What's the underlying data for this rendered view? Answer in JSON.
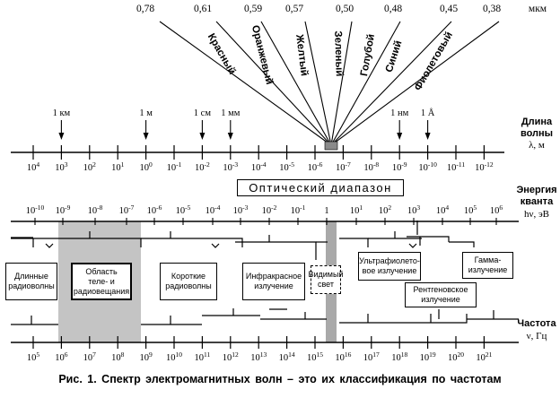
{
  "wavelengths_um": {
    "labels": [
      "0,78",
      "0,61",
      "0,59",
      "0,57",
      "0,50",
      "0,48",
      "0,45",
      "0,38"
    ],
    "unit": "мкм"
  },
  "color_rays": [
    "Красный",
    "Оранжевый",
    "Желтый",
    "Зеленый",
    "Голубой",
    "Синий",
    "Фиолетовый"
  ],
  "wavelength_axis": {
    "title_line1": "Длина",
    "title_line2": "волны",
    "title_line3": "λ, м",
    "exponents": [
      "4",
      "3",
      "2",
      "1",
      "0",
      "-1",
      "-2",
      "-3",
      "-4",
      "-5",
      "-6",
      "-7",
      "-8",
      "-9",
      "-10",
      "-11",
      "-12"
    ],
    "markers": [
      {
        "label": "1 км",
        "exp": "3"
      },
      {
        "label": "1 м",
        "exp": "0"
      },
      {
        "label": "1 см",
        "exp": "-2"
      },
      {
        "label": "1 мм",
        "exp": "-3"
      },
      {
        "label": "1 нм",
        "exp": "-9"
      },
      {
        "label": "1 Å",
        "exp": "-10"
      }
    ]
  },
  "optical_range_label": "Оптический диапазон",
  "energy_axis": {
    "title_line1": "Энергия",
    "title_line2": "кванта",
    "title_line3": "hν, эВ",
    "labels": [
      "10-10",
      "10-9",
      "10-8",
      "10-7",
      "10-6",
      "10-5",
      "10-4",
      "10-3",
      "10-2",
      "10-1",
      "1",
      "101",
      "102",
      "103",
      "104",
      "105",
      "106"
    ]
  },
  "bands": {
    "long_radio": [
      "Длинные",
      "радиоволны"
    ],
    "tv_radio": [
      "Область",
      "теле- и",
      "радиовещания"
    ],
    "short_radio": [
      "Короткие",
      "радиоволны"
    ],
    "infrared": [
      "Инфракрасное",
      "излучение"
    ],
    "visible": [
      "Видимый",
      "свет"
    ],
    "ultraviolet": [
      "Ультрафиолето-",
      "вое излучение"
    ],
    "xray": [
      "Рентгеновское",
      "излучение"
    ],
    "gamma": [
      "Гамма-",
      "излучение"
    ]
  },
  "frequency_axis": {
    "title_line1": "Частота",
    "title_line2": "ν, Гц",
    "exponents": [
      "5",
      "6",
      "7",
      "8",
      "9",
      "10",
      "11",
      "12",
      "13",
      "14",
      "15",
      "16",
      "17",
      "18",
      "19",
      "20",
      "21"
    ]
  },
  "caption": "Рис. 1. Спектр электромагнитных волн – это их классификация по частотам"
}
